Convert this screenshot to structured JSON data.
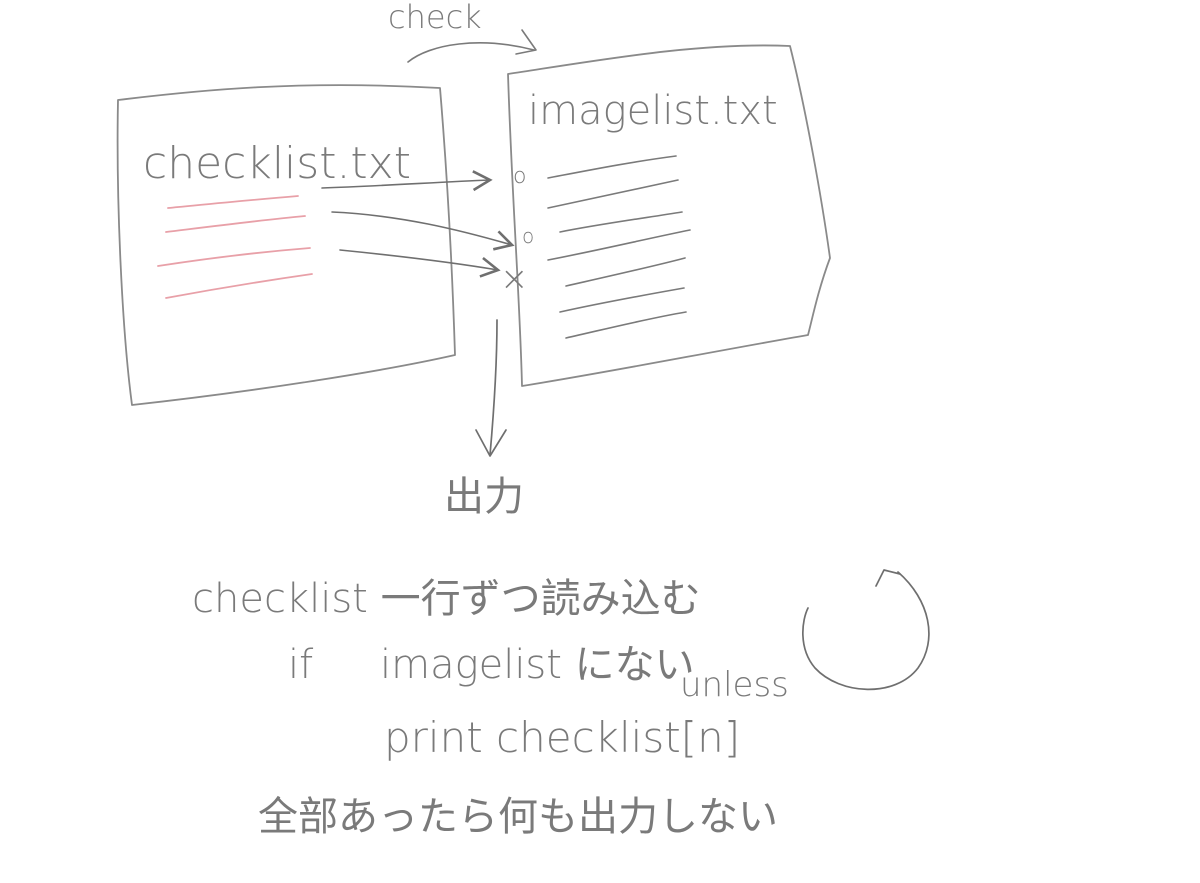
{
  "labels": {
    "check": "check",
    "checklist_file": "checklist.txt",
    "imagelist_file": "imagelist.txt",
    "output": "出力"
  },
  "marks": {
    "match_1": "o",
    "match_2": "o",
    "no_match": "×"
  },
  "notes": {
    "line1": "checklist 一行ずつ読み込む",
    "line2_if": "if",
    "line2_rest": "imagelist にない",
    "line2_alt": "unless",
    "line3": "print checklist[n]",
    "line4": "全部あったら何も出力しない"
  },
  "colors": {
    "pencil": "#7a7a7a",
    "red_lines": "#e8a0a8"
  }
}
